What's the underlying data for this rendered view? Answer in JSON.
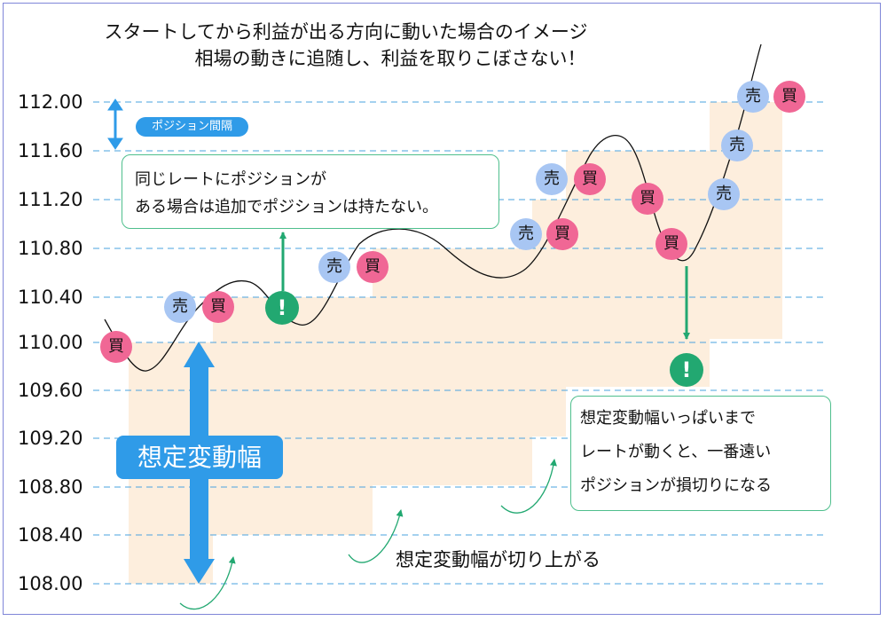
{
  "title_line1": "スタートしてから利益が出る方向に動いた場合のイメージ",
  "title_line2": "相場の動きに追随し、利益を取りこぼさない！",
  "y_axis_labels": [
    "112.00",
    "111.60",
    "111.20",
    "110.80",
    "110.40",
    "110.00",
    "109.60",
    "109.20",
    "108.80",
    "108.40",
    "108.00"
  ],
  "badge_label": "ポジション間隔",
  "callout_same_rate": [
    "同じレートにポジションが",
    "ある場合は追加でポジションは持たない。"
  ],
  "callout_stop": [
    "想定変動幅いっぱいまで",
    "レートが動くと、一番遠い",
    "ポジションが損切りになる"
  ],
  "range_label": "想定変動幅",
  "shift_label": "想定変動幅が切り上がる",
  "markers": {
    "sell": "売",
    "buy": "買",
    "warning": "!"
  },
  "colors": {
    "accent_blue": "#2f9be8",
    "sell_circle": "#a8c6f3",
    "buy_circle": "#f06795",
    "warning_green": "#22a871",
    "range_fill": "#fdeedd",
    "gridline": "#4aa3df"
  }
}
